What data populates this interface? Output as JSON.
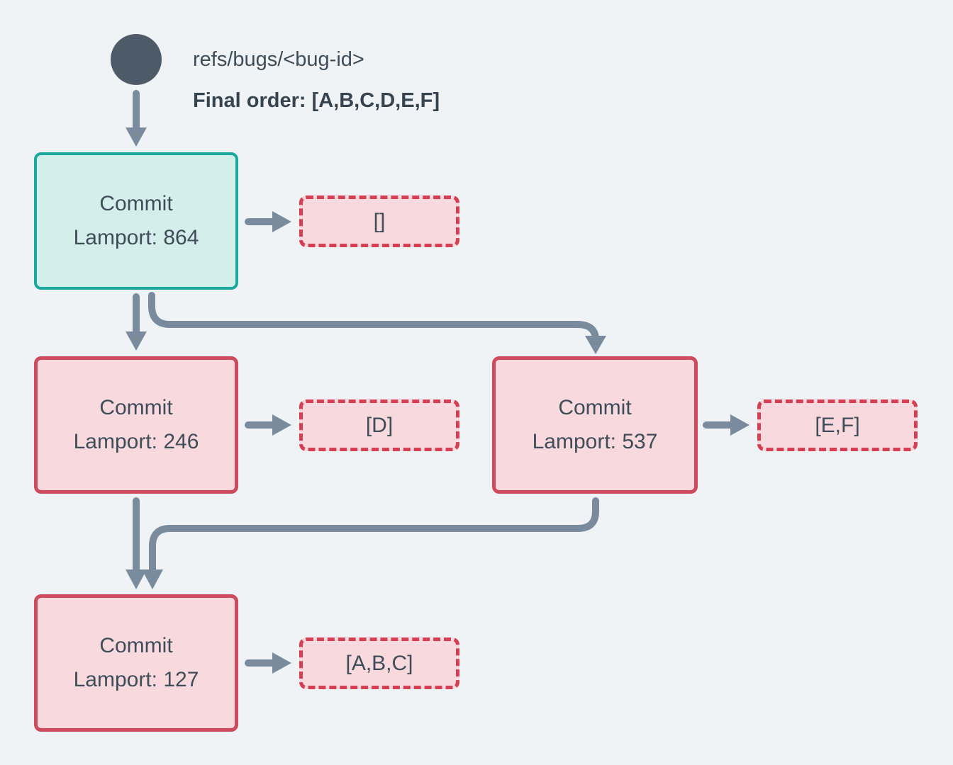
{
  "header": {
    "ref_name": "refs/bugs/<bug-id>",
    "final_order": "Final order: [A,B,C,D,E,F]"
  },
  "commits": [
    {
      "title": "Commit",
      "lamport": "Lamport: 864",
      "operations": "[]",
      "role": "head"
    },
    {
      "title": "Commit",
      "lamport": "Lamport: 246",
      "operations": "[D]",
      "role": "regular"
    },
    {
      "title": "Commit",
      "lamport": "Lamport: 537",
      "operations": "[E,F]",
      "role": "regular"
    },
    {
      "title": "Commit",
      "lamport": "Lamport: 127",
      "operations": "[A,B,C]",
      "role": "regular"
    }
  ],
  "edges": [
    {
      "from": "ref-head",
      "to": "commit-864"
    },
    {
      "from": "commit-864",
      "to": "operations-864"
    },
    {
      "from": "commit-864",
      "to": "commit-246"
    },
    {
      "from": "commit-864",
      "to": "commit-537"
    },
    {
      "from": "commit-246",
      "to": "operations-246"
    },
    {
      "from": "commit-537",
      "to": "operations-537"
    },
    {
      "from": "commit-246",
      "to": "commit-127"
    },
    {
      "from": "commit-537",
      "to": "commit-127"
    },
    {
      "from": "commit-127",
      "to": "operations-127"
    }
  ],
  "colors": {
    "background": "#eff3f6",
    "text": "#3f4d59",
    "arrow": "#7a8b9d",
    "ref_dot": "#4d5a68",
    "head_node_border": "#1aa99c",
    "head_node_fill": "#d4eeec",
    "commit_node_border": "#d04a5f",
    "commit_node_fill": "#f8d9de",
    "operations_border": "#d63e54",
    "operations_fill": "#f8dade"
  }
}
